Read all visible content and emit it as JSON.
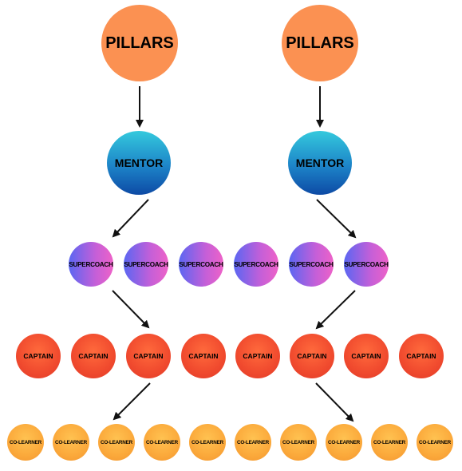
{
  "diagram": {
    "pillars": [
      {
        "label": "PILLARS"
      },
      {
        "label": "PILLARS"
      }
    ],
    "mentors": [
      {
        "label": "MENTOR"
      },
      {
        "label": "MENTOR"
      }
    ],
    "supercoaches": [
      {
        "label": "SUPERCOACH"
      },
      {
        "label": "SUPERCOACH"
      },
      {
        "label": "SUPERCOACH"
      },
      {
        "label": "SUPERCOACH"
      },
      {
        "label": "SUPERCOACH"
      },
      {
        "label": "SUPERCOACH"
      }
    ],
    "captains": [
      {
        "label": "CAPTAIN"
      },
      {
        "label": "CAPTAIN"
      },
      {
        "label": "CAPTAIN"
      },
      {
        "label": "CAPTAIN"
      },
      {
        "label": "CAPTAIN"
      },
      {
        "label": "CAPTAIN"
      },
      {
        "label": "CAPTAIN"
      },
      {
        "label": "CAPTAIN"
      }
    ],
    "colearners": [
      {
        "label": "CO-LEARNER"
      },
      {
        "label": "CO-LEARNER"
      },
      {
        "label": "CO-LEARNER"
      },
      {
        "label": "CO-LEARNER"
      },
      {
        "label": "CO-LEARNER"
      },
      {
        "label": "CO-LEARNER"
      },
      {
        "label": "CO-LEARNER"
      },
      {
        "label": "CO-LEARNER"
      },
      {
        "label": "CO-LEARNER"
      },
      {
        "label": "CO-LEARNER"
      }
    ]
  }
}
